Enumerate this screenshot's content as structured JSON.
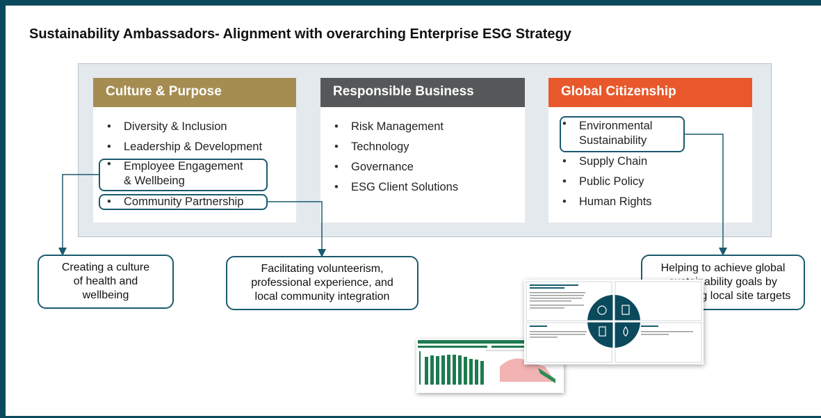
{
  "title": "Sustainability Ambassadors- Alignment with overarching Enterprise ESG Strategy",
  "columns": [
    {
      "heading": "Culture & Purpose",
      "color": "#a58d52",
      "items": [
        "Diversity & Inclusion",
        "Leadership & Development",
        "Employee Engagement\n& Wellbeing",
        "Community Partnership"
      ]
    },
    {
      "heading": "Responsible Business",
      "color": "#555759",
      "items": [
        "Risk Management",
        "Technology",
        "Governance",
        "ESG Client Solutions"
      ]
    },
    {
      "heading": "Global Citizenship",
      "color": "#e8582a",
      "items": [
        "Environmental\nSustainability",
        "Supply Chain",
        "Public Policy",
        "Human Rights"
      ]
    }
  ],
  "callouts": {
    "wellbeing": "Creating a culture\nof health and\nwellbeing",
    "community": "Facilitating volunteerism,\nprofessional experience, and\nlocal community integration",
    "environment": "Helping to achieve global\nsustainability goals by\nsupporting local site targets"
  },
  "colors": {
    "frame": "#0b4a5c",
    "connector": "#1a5a6e",
    "accent_green": "#1d7a4f"
  }
}
